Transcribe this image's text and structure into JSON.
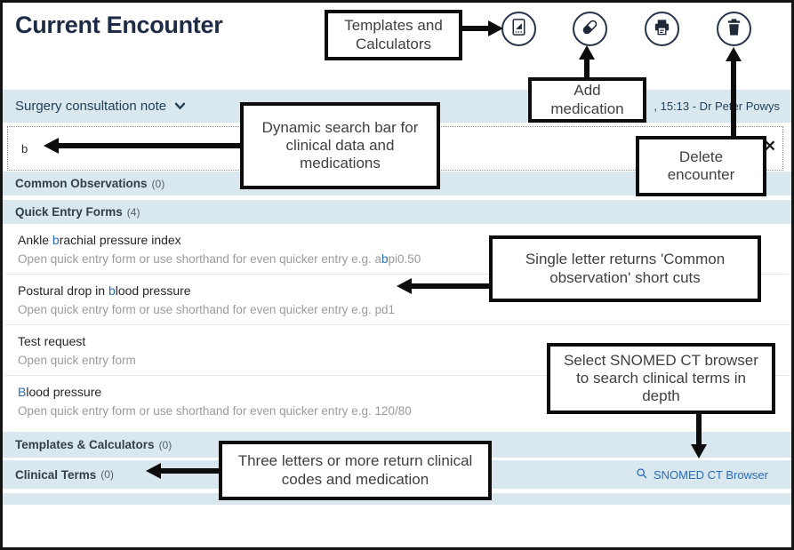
{
  "title": "Current Encounter",
  "toolbar": {
    "icons": [
      "templates-calculators-icon",
      "pill-icon",
      "printer-icon",
      "trash-icon"
    ]
  },
  "encounter_header": {
    "note_type": "Surgery consultation note",
    "meta": ", 15:13 - Dr Peter Powys"
  },
  "search": {
    "value": "b",
    "close_glyph": "✕"
  },
  "sections": [
    {
      "label": "Common Observations",
      "count": "(0)"
    },
    {
      "label": "Quick Entry Forms",
      "count": "(4)"
    },
    {
      "label": "Templates & Calculators",
      "count": "(0)"
    },
    {
      "label": "Clinical Terms",
      "count": "(0)"
    }
  ],
  "quick_entry_items": [
    {
      "title_pre": "Ankle ",
      "title_hl": "b",
      "title_post": "rachial pressure index",
      "sub_pre": "Open quick entry form or use shorthand for even quicker entry e.g. a",
      "sub_hl": "b",
      "sub_post": "pi0.50"
    },
    {
      "title_pre": "Postural drop in ",
      "title_hl": "b",
      "title_post": "lood pressure",
      "sub_pre": "Open quick entry form or use shorthand for even quicker entry e.g. pd1",
      "sub_hl": "",
      "sub_post": ""
    },
    {
      "title_pre": "Test request",
      "title_hl": "",
      "title_post": "",
      "sub_pre": "Open quick entry form",
      "sub_hl": "",
      "sub_post": ""
    },
    {
      "title_pre": "",
      "title_hl": "B",
      "title_post": "lood pressure",
      "sub_pre": "Open quick entry form or use shorthand for even quicker entry e.g. 120/80",
      "sub_hl": "",
      "sub_post": ""
    }
  ],
  "snomed_link": {
    "label": "SNOMED CT Browser"
  },
  "callouts": {
    "templates": "Templates and Calculators",
    "add_medication": "Add medication",
    "delete_encounter": "Delete encounter",
    "search_bar": "Dynamic search bar for clinical data and medications",
    "single_letter": "Single letter returns 'Common observation' short cuts",
    "snomed": "Select SNOMED CT browser to search clinical terms in depth",
    "three_letters": "Three letters or more return clinical codes and medication"
  },
  "colors": {
    "band_blue": "#d9e7ee",
    "title_navy": "#1e2b44",
    "highlight_blue": "#2b6cb5",
    "link_blue": "#2b6cb5",
    "subtext_gray": "#9b9b9b",
    "annotation_border": "#0d0d0d"
  }
}
